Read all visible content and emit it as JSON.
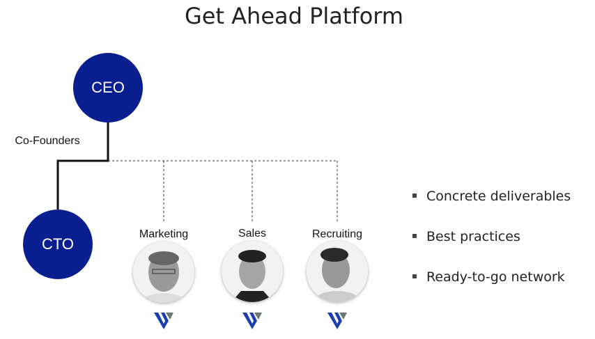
{
  "title": "Get Ahead Platform",
  "ceo": "CEO",
  "cto": "CTO",
  "cofounders_label": "Co-Founders",
  "team": [
    {
      "role": "Marketing"
    },
    {
      "role": "Sales"
    },
    {
      "role": "Recruiting"
    }
  ],
  "bullets": [
    "Concrete deliverables",
    "Best practices",
    "Ready-to-go network"
  ],
  "colors": {
    "node": "#0a1f8f",
    "logo_blue": "#1a3fb0",
    "logo_gray": "#6b7572"
  }
}
